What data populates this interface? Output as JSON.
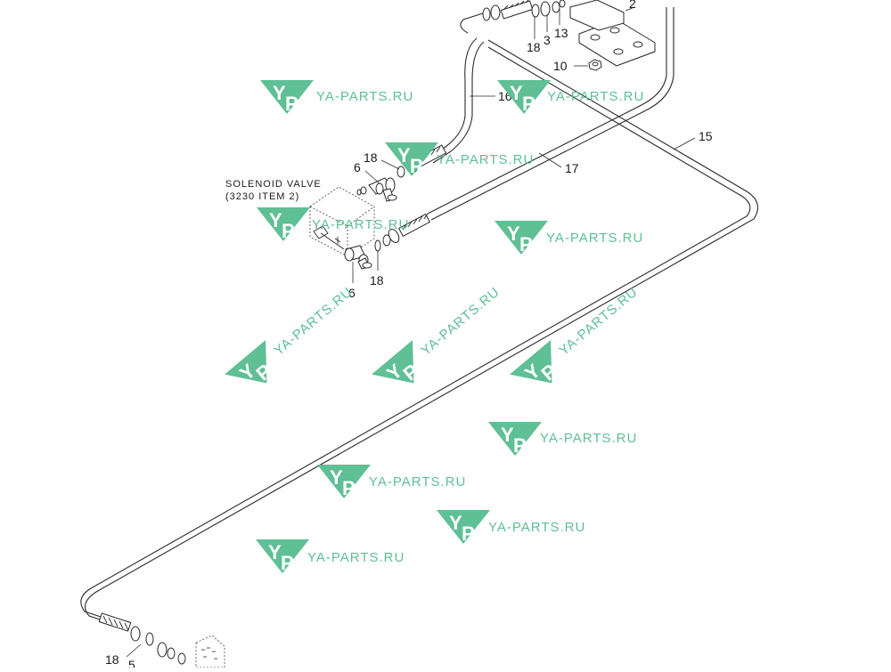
{
  "annotation": {
    "line1": "SOLENOID VALVE",
    "line2": "(3230 ITEM  2)"
  },
  "callouts": {
    "c2": "2",
    "c3": "3",
    "c13": "13",
    "c18a": "18",
    "c10": "10",
    "c16": "16",
    "c15": "15",
    "c17": "17",
    "c18b": "18",
    "c6a": "6",
    "c6b": "6",
    "c18c": "18",
    "c18d": "18",
    "c5": "5"
  },
  "watermark": {
    "text": "YA-PARTS.RU",
    "letter_y": "Y",
    "letter_p": "P",
    "color": "#5fbf95"
  }
}
